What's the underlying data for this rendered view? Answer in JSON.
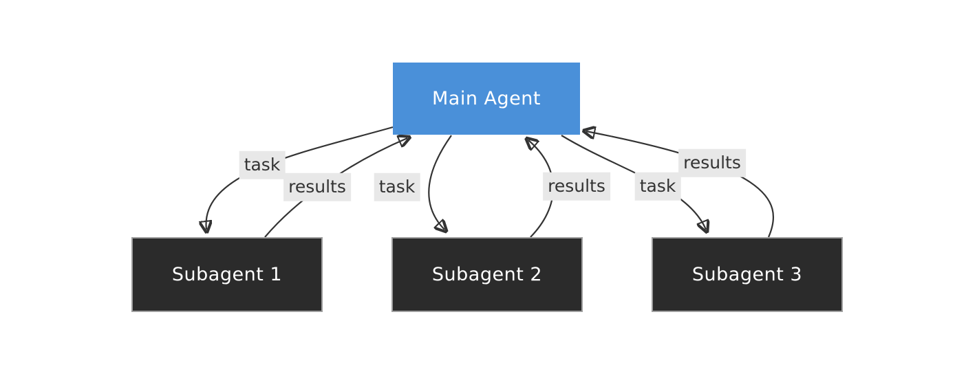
{
  "diagram": {
    "type": "flowchart",
    "nodes": [
      {
        "id": "main",
        "label": "Main Agent"
      },
      {
        "id": "sub1",
        "label": "Subagent 1"
      },
      {
        "id": "sub2",
        "label": "Subagent 2"
      },
      {
        "id": "sub3",
        "label": "Subagent 3"
      }
    ],
    "edges": [
      {
        "from": "Main Agent",
        "to": "Subagent 1",
        "label": "task"
      },
      {
        "from": "Subagent 1",
        "to": "Main Agent",
        "label": "results"
      },
      {
        "from": "Main Agent",
        "to": "Subagent 2",
        "label": "task"
      },
      {
        "from": "Subagent 2",
        "to": "Main Agent",
        "label": "results"
      },
      {
        "from": "Main Agent",
        "to": "Subagent 3",
        "label": "task"
      },
      {
        "from": "Subagent 3",
        "to": "Main Agent",
        "label": "results"
      }
    ],
    "colors": {
      "background": "#ffffff",
      "main_node_fill": "#4a90d9",
      "main_node_text": "#ffffff",
      "subagent_fill": "#2b2b2b",
      "subagent_border": "#9e9e9e",
      "subagent_text": "#ffffff",
      "edge_stroke": "#333333",
      "edge_label_bg": "#e8e8e8",
      "edge_label_text": "#333333"
    }
  }
}
